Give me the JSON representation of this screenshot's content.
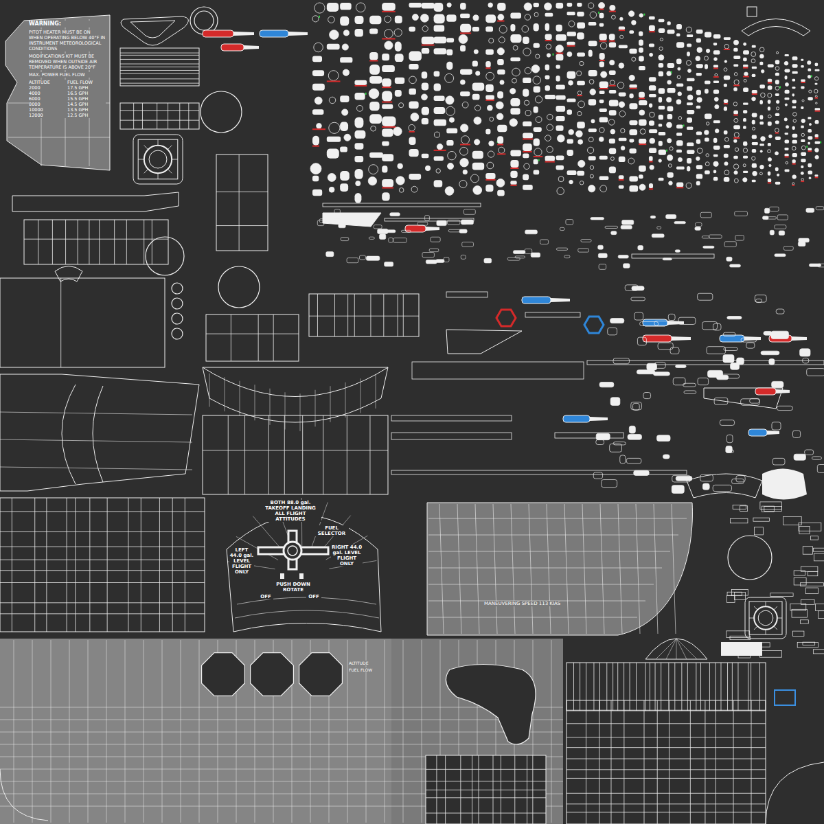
{
  "diagram": {
    "nodes": [
      {
        "text": [
          "WARNING:",
          "PITOT HEATER MUST BE ON WHEN OPERATING BELOW 40°F IN INSTRUMENT METEOROLOGICAL CONDITIONS",
          "MODIFICATIONS KIT MUST BE REMOVED WHEN OUTSIDE AIR TEMPERATURE IS ABOVE 20°F",
          "MAX. POWER FUEL FLOW",
          "ALTITUDE",
          "FUEL FLOW",
          "2000",
          "17.5 GPH",
          "4000",
          "16.5 GPH",
          "6000",
          "15.5 GPH",
          "8000",
          "14.5 GPH",
          "10000",
          "13.5 GPH",
          "12000",
          "12.5 GPH"
        ]
      },
      {
        "text": [
          "BOTH 88.0 gal. TAKEOFF LANDING ALL FLIGHT ATTITUDES",
          "FUEL SELECTOR",
          "LEFT 44.0 gal. LEVEL FLIGHT ONLY",
          "RIGHT 44.0 gal. LEVEL FLIGHT ONLY",
          "PUSH DOWN ROTATE",
          "OFF",
          "OFF"
        ]
      },
      {
        "text": [
          "MANEUVERING SPEED 113 KIAS"
        ]
      }
    ],
    "labels": [
      "ALTITUDE",
      "FUEL FLOW"
    ]
  }
}
